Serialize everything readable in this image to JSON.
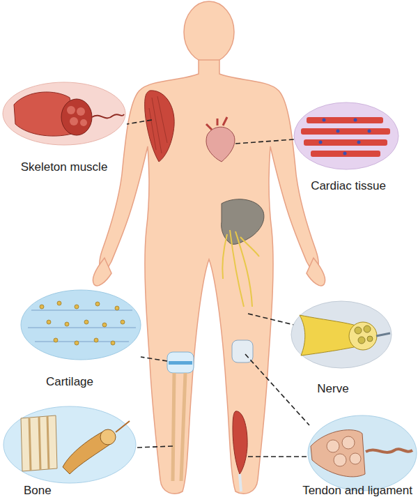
{
  "diagram": {
    "labels": [
      "Skeleton muscle",
      "Cardiac tissue",
      "Cartilage",
      "Nerve",
      "Bone",
      "Tendon and ligament"
    ]
  }
}
